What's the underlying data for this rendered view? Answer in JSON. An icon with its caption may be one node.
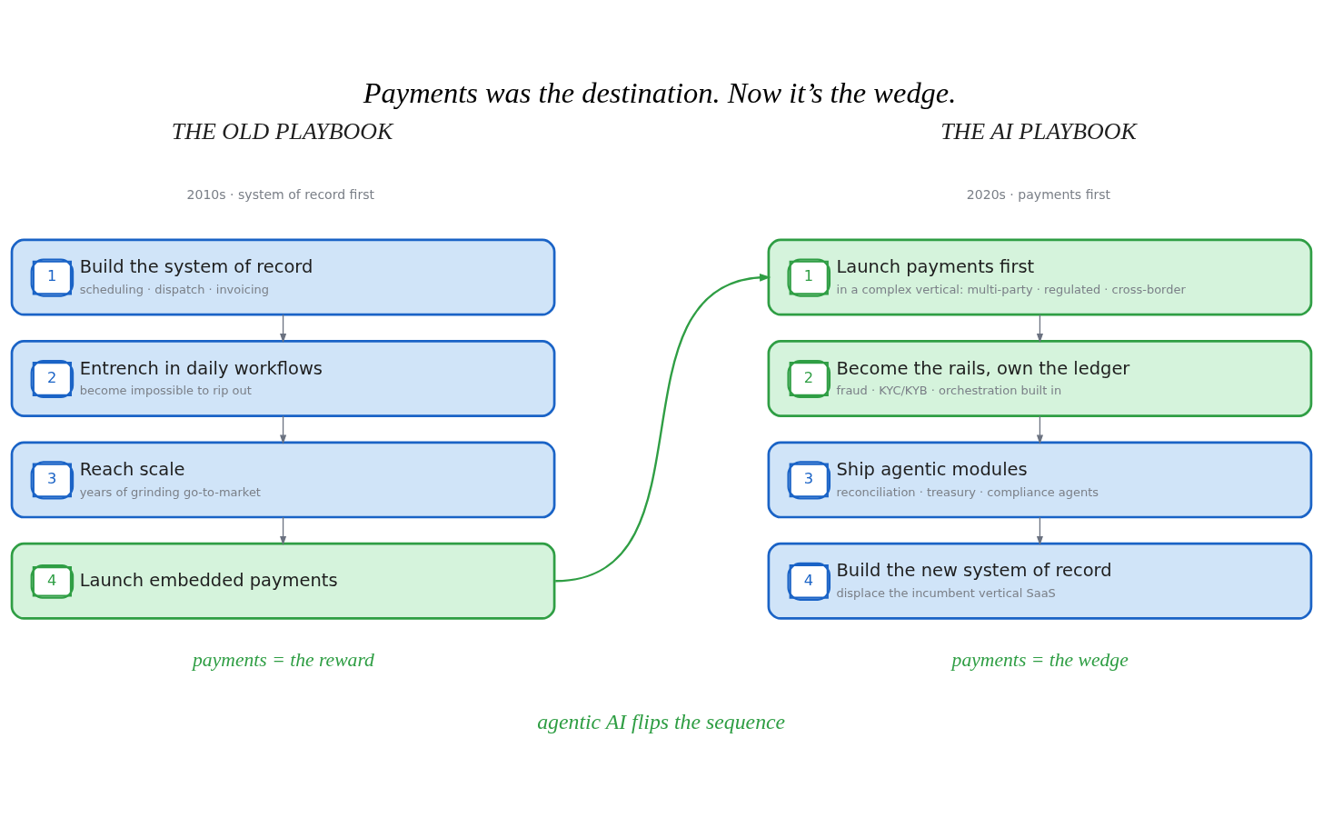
{
  "diagram": {
    "title": "Payments was the destination. Now it’s the wedge.",
    "nodes": [
      {
        "text": [
          "1",
          "Build the system of record",
          "scheduling · dispatch · invoicing"
        ]
      },
      {
        "text": [
          "2",
          "Entrench in daily workflows",
          "become impossible to rip out"
        ]
      },
      {
        "text": [
          "3",
          "Reach scale",
          "years of grinding go-to-market"
        ]
      },
      {
        "text": [
          "4",
          "Launch embedded payments"
        ]
      },
      {
        "text": [
          "1",
          "Launch payments first",
          "in a complex vertical: multi-party · regulated · cross-border"
        ]
      },
      {
        "text": [
          "2",
          "Become the rails, own the ledger",
          "fraud · KYC/KYB · orchestration built in"
        ]
      },
      {
        "text": [
          "3",
          "Ship agentic modules",
          "reconciliation · treasury · compliance agents"
        ]
      },
      {
        "text": [
          "4",
          "Build the new system of record",
          "displace the incumbent vertical SaaS"
        ]
      }
    ],
    "edges": [
      {
        "from": 0,
        "to": 1,
        "arrow": "to"
      },
      {
        "from": 1,
        "to": 2,
        "arrow": "to"
      },
      {
        "from": 2,
        "to": 3,
        "arrow": "to"
      },
      {
        "from": 3,
        "to": 4,
        "arrow": "to",
        "color": "#2f9e44"
      },
      {
        "from": 4,
        "to": 5,
        "arrow": "to"
      },
      {
        "from": 5,
        "to": 6,
        "arrow": "to"
      },
      {
        "from": 6,
        "to": 7,
        "arrow": "to"
      }
    ],
    "labels": [
      "THE OLD PLAYBOOK",
      "THE AI PLAYBOOK",
      "2010s · system of record first",
      "2020s · payments first",
      "payments = the reward",
      "payments = the wedge",
      "agentic AI flips the sequence"
    ]
  }
}
